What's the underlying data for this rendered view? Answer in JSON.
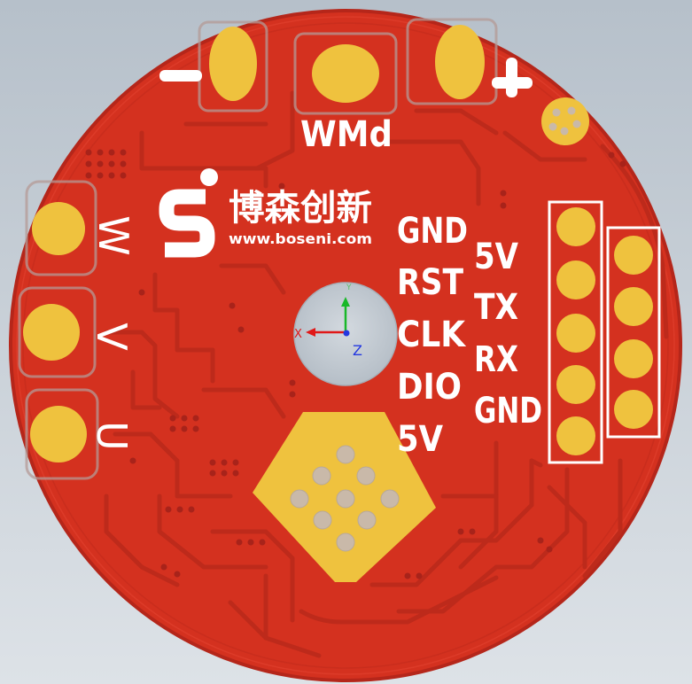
{
  "colors": {
    "background_top": "#b6c0ca",
    "background_bottom": "#dde2e7",
    "board": "#d4311f",
    "board_edge": "#b5261a",
    "trace": "#bd2a1b",
    "via": "#a8231a",
    "pad": "#efc23e",
    "pad_hole": "#c9b9a9",
    "silkscreen": "#ffffff",
    "keepout_outline": "#b49a96",
    "axis_x": "#e01818",
    "axis_y": "#18b828",
    "axis_z": "#2438e0"
  },
  "top_label": "WMd",
  "logo": {
    "icon": "boseni-s-logo-icon",
    "chinese_name": "博森创新",
    "url": "www.boseni.com"
  },
  "motor_phases": [
    "W",
    "V",
    "U"
  ],
  "swd_labels": [
    "GND",
    "RST",
    "CLK",
    "DIO",
    "5V"
  ],
  "uart_labels": [
    "5V",
    "TX",
    "RX",
    "GND"
  ],
  "axis_gizmo": {
    "x": "X",
    "y": "Y",
    "z": "Z"
  },
  "icons": {
    "negative_terminal": "minus-sign-icon",
    "positive_terminal": "plus-sign-icon",
    "mounting_hole": "mounting-hole-icon"
  }
}
